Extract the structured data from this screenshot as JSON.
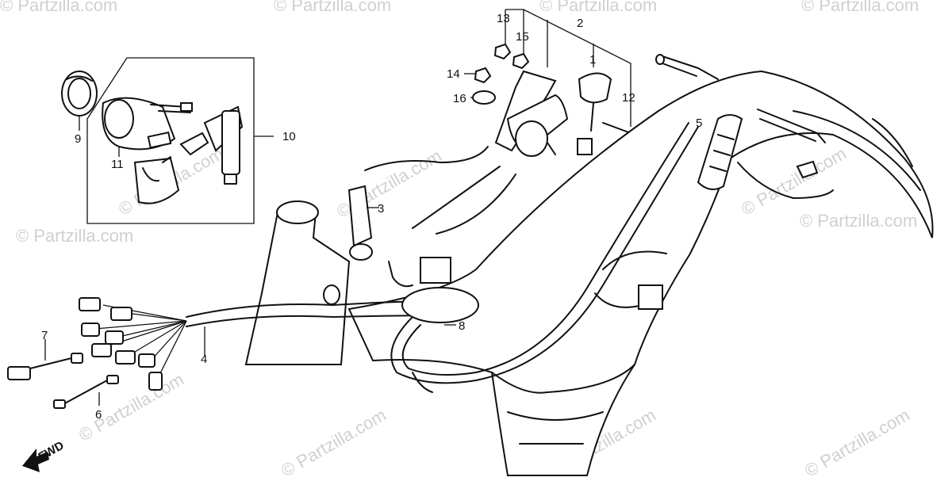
{
  "watermarks": {
    "text": "© Partzilla.com"
  },
  "callouts": [
    "1",
    "2",
    "3",
    "4",
    "5",
    "6",
    "7",
    "8",
    "9",
    "10",
    "11",
    "12",
    "13",
    "14",
    "15",
    "16"
  ],
  "direction": {
    "label": "FWD"
  }
}
